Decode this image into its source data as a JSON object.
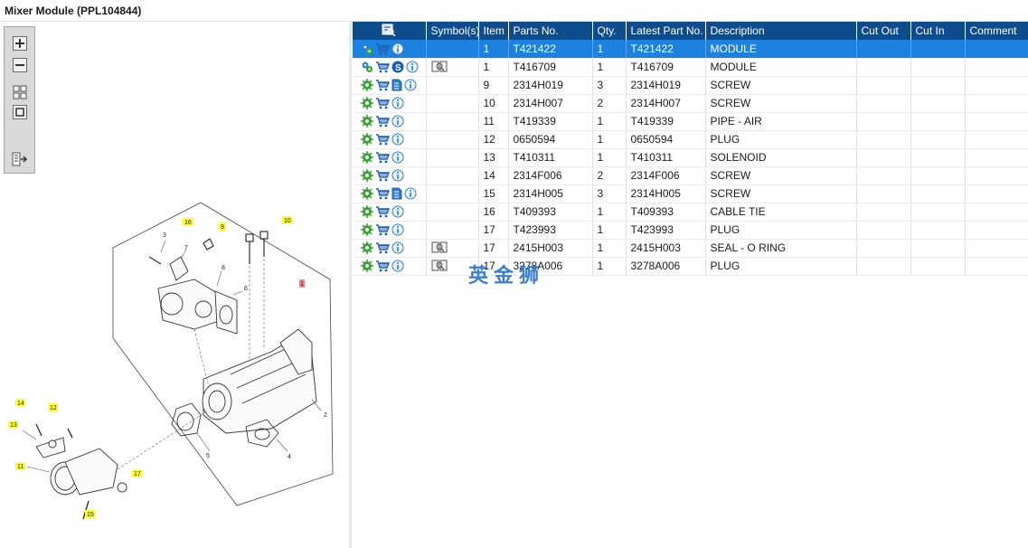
{
  "window": {
    "title": "Mixer Module (PPL104844)"
  },
  "toolbar": {
    "buttons": [
      {
        "name": "zoom-in",
        "icon": "plus-icon"
      },
      {
        "name": "zoom-out",
        "icon": "minus-icon"
      },
      {
        "name": "fit-all",
        "icon": "grid-icon"
      },
      {
        "name": "actual-size",
        "icon": "square-icon"
      },
      {
        "name": "export",
        "icon": "list-arrow-icon"
      }
    ]
  },
  "diagram": {
    "callouts": [
      "1",
      "2",
      "3",
      "4",
      "5",
      "6",
      "7",
      "8",
      "9",
      "10",
      "11",
      "12",
      "13",
      "14",
      "15",
      "16",
      "17"
    ],
    "highlight_color": "#ffff33"
  },
  "grid": {
    "headers": {
      "tools": "",
      "symbols": "Symbol(s)",
      "item": "Item",
      "parts_no": "Parts No.",
      "qty": "Qty.",
      "latest_part_no": "Latest Part No.",
      "description": "Description",
      "cut_out": "Cut Out",
      "cut_in": "Cut In",
      "comment": "Comment"
    },
    "rows": [
      {
        "icons": [
          "module-gear-icon",
          "cart-icon",
          "info-icon"
        ],
        "symbol": "",
        "item": "1",
        "parts_no": "T421422",
        "qty": "1",
        "latest": "T421422",
        "description": "MODULE",
        "selected": true
      },
      {
        "icons": [
          "module-gear-icon",
          "cart-icon",
          "s-badge-icon",
          "info-icon"
        ],
        "symbol": "book-icon",
        "item": "1",
        "parts_no": "T416709",
        "qty": "1",
        "latest": "T416709",
        "description": "MODULE"
      },
      {
        "icons": [
          "gear-icon",
          "cart-icon",
          "doc-icon",
          "info-icon"
        ],
        "symbol": "",
        "item": "9",
        "parts_no": "2314H019",
        "qty": "3",
        "latest": "2314H019",
        "description": "SCREW"
      },
      {
        "icons": [
          "gear-icon",
          "cart-icon",
          "info-icon"
        ],
        "symbol": "",
        "item": "10",
        "parts_no": "2314H007",
        "qty": "2",
        "latest": "2314H007",
        "description": "SCREW"
      },
      {
        "icons": [
          "gear-icon",
          "cart-icon",
          "info-icon"
        ],
        "symbol": "",
        "item": "11",
        "parts_no": "T419339",
        "qty": "1",
        "latest": "T419339",
        "description": "PIPE - AIR"
      },
      {
        "icons": [
          "gear-icon",
          "cart-icon",
          "info-icon"
        ],
        "symbol": "",
        "item": "12",
        "parts_no": "0650594",
        "qty": "1",
        "latest": "0650594",
        "description": "PLUG"
      },
      {
        "icons": [
          "gear-icon",
          "cart-icon",
          "info-icon"
        ],
        "symbol": "",
        "item": "13",
        "parts_no": "T410311",
        "qty": "1",
        "latest": "T410311",
        "description": "SOLENOID"
      },
      {
        "icons": [
          "gear-icon",
          "cart-icon",
          "info-icon"
        ],
        "symbol": "",
        "item": "14",
        "parts_no": "2314F006",
        "qty": "2",
        "latest": "2314F006",
        "description": "SCREW"
      },
      {
        "icons": [
          "gear-icon",
          "cart-icon",
          "doc-icon",
          "info-icon"
        ],
        "symbol": "",
        "item": "15",
        "parts_no": "2314H005",
        "qty": "3",
        "latest": "2314H005",
        "description": "SCREW"
      },
      {
        "icons": [
          "gear-icon",
          "cart-icon",
          "info-icon"
        ],
        "symbol": "",
        "item": "16",
        "parts_no": "T409393",
        "qty": "1",
        "latest": "T409393",
        "description": "CABLE TIE"
      },
      {
        "icons": [
          "gear-icon",
          "cart-icon",
          "info-icon"
        ],
        "symbol": "",
        "item": "17",
        "parts_no": "T423993",
        "qty": "1",
        "latest": "T423993",
        "description": "PLUG"
      },
      {
        "icons": [
          "gear-icon",
          "cart-icon",
          "info-icon"
        ],
        "symbol": "book-icon",
        "item": "17",
        "parts_no": "2415H003",
        "qty": "1",
        "latest": "2415H003",
        "description": "SEAL - O RING"
      },
      {
        "icons": [
          "gear-icon",
          "cart-icon",
          "info-icon"
        ],
        "symbol": "book-icon",
        "item": "17",
        "parts_no": "3278A006",
        "qty": "1",
        "latest": "3278A006",
        "description": "PLUG"
      }
    ]
  },
  "watermark": "英金狮",
  "colors": {
    "header_bg": "#0f4c8c",
    "selected_row": "#1d81e0",
    "gear_green": "#3aa335",
    "cart_blue": "#1a5fb4",
    "info_blue": "#2f7fd0"
  }
}
